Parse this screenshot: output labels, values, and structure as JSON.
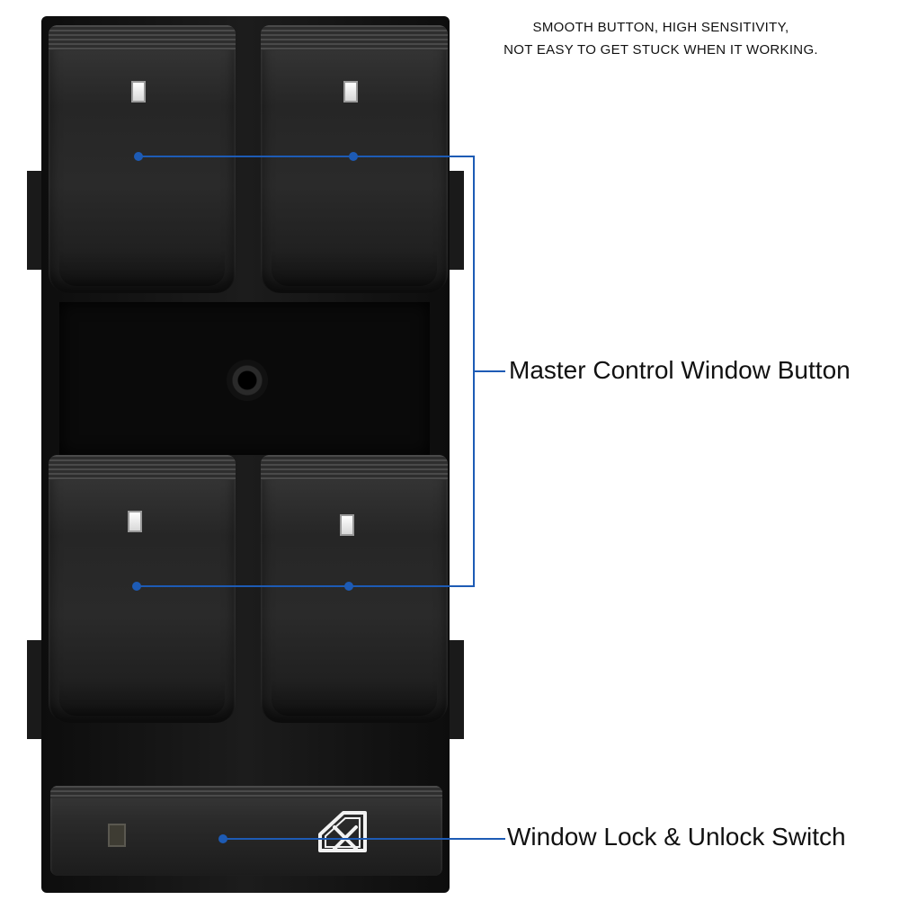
{
  "caption": {
    "line1": "SMOOTH BUTTON, HIGH SENSITIVITY,",
    "line2": "NOT EASY TO GET STUCK WHEN IT WORKING."
  },
  "callouts": {
    "master": "Master Control Window Button",
    "lock": "Window Lock & Unlock Switch"
  },
  "colors": {
    "callout_line": "#1d5bb5",
    "panel": "#1a1a1a",
    "text": "#111111"
  },
  "icons": {
    "lock_icon": "window-lock-icon"
  }
}
